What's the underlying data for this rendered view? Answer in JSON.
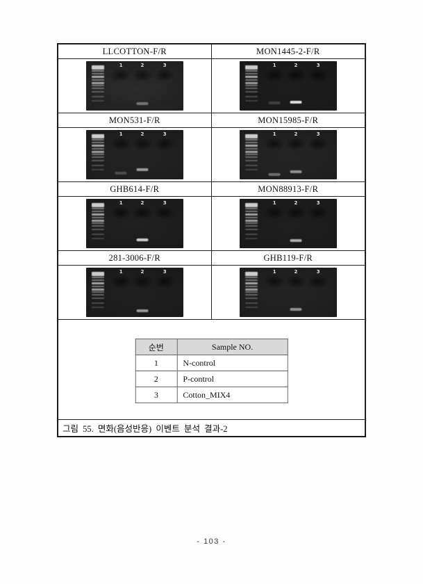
{
  "page": {
    "number": "- 103 -"
  },
  "figure": {
    "caption": "그림 55. 면화(음성반응) 이벤트 분석 결과-2",
    "panels": [
      {
        "label": "LLCOTTON-F/R",
        "lanes": [
          "1",
          "2",
          "3"
        ],
        "bg": "#2c2c2c",
        "bands": [
          {
            "lane": 1,
            "y": 83,
            "intensity": 0.4
          }
        ]
      },
      {
        "label": "MON1445-2-F/R",
        "lanes": [
          "1",
          "2",
          "3"
        ],
        "bg": "#1c1c1c",
        "bands": [
          {
            "lane": 0,
            "y": 81,
            "intensity": 0.18
          },
          {
            "lane": 1,
            "y": 80,
            "intensity": 0.95
          }
        ]
      },
      {
        "label": "MON531-F/R",
        "lanes": [
          "1",
          "2",
          "3"
        ],
        "bg": "#242424",
        "bands": [
          {
            "lane": 0,
            "y": 85,
            "intensity": 0.22
          },
          {
            "lane": 1,
            "y": 78,
            "intensity": 0.6
          }
        ]
      },
      {
        "label": "MON15985-F/R",
        "lanes": [
          "1",
          "2",
          "3"
        ],
        "bg": "#262626",
        "bands": [
          {
            "lane": 0,
            "y": 87,
            "intensity": 0.38
          },
          {
            "lane": 1,
            "y": 82,
            "intensity": 0.55
          }
        ]
      },
      {
        "label": "GHB614-F/R",
        "lanes": [
          "1",
          "2",
          "3"
        ],
        "bg": "#202020",
        "bands": [
          {
            "lane": 1,
            "y": 80,
            "intensity": 0.85
          }
        ]
      },
      {
        "label": "MON88913-F/R",
        "lanes": [
          "1",
          "2",
          "3"
        ],
        "bg": "#1e1e1e",
        "bands": [
          {
            "lane": 1,
            "y": 81,
            "intensity": 0.7
          }
        ]
      },
      {
        "label": "281-3006-F/R",
        "lanes": [
          "1",
          "2",
          "3"
        ],
        "bg": "#1f1f1f",
        "bands": [
          {
            "lane": 1,
            "y": 84,
            "intensity": 0.6
          }
        ]
      },
      {
        "label": "GHB119-F/R",
        "lanes": [
          "1",
          "2",
          "3"
        ],
        "bg": "#242424",
        "bands": [
          {
            "lane": 1,
            "y": 82,
            "intensity": 0.55
          }
        ]
      }
    ],
    "sample_table": {
      "headers": [
        "순번",
        "Sample NO."
      ],
      "rows": [
        [
          "1",
          "N-control"
        ],
        [
          "2",
          "P-control"
        ],
        [
          "3",
          "Cotton_MIX4"
        ]
      ]
    }
  }
}
